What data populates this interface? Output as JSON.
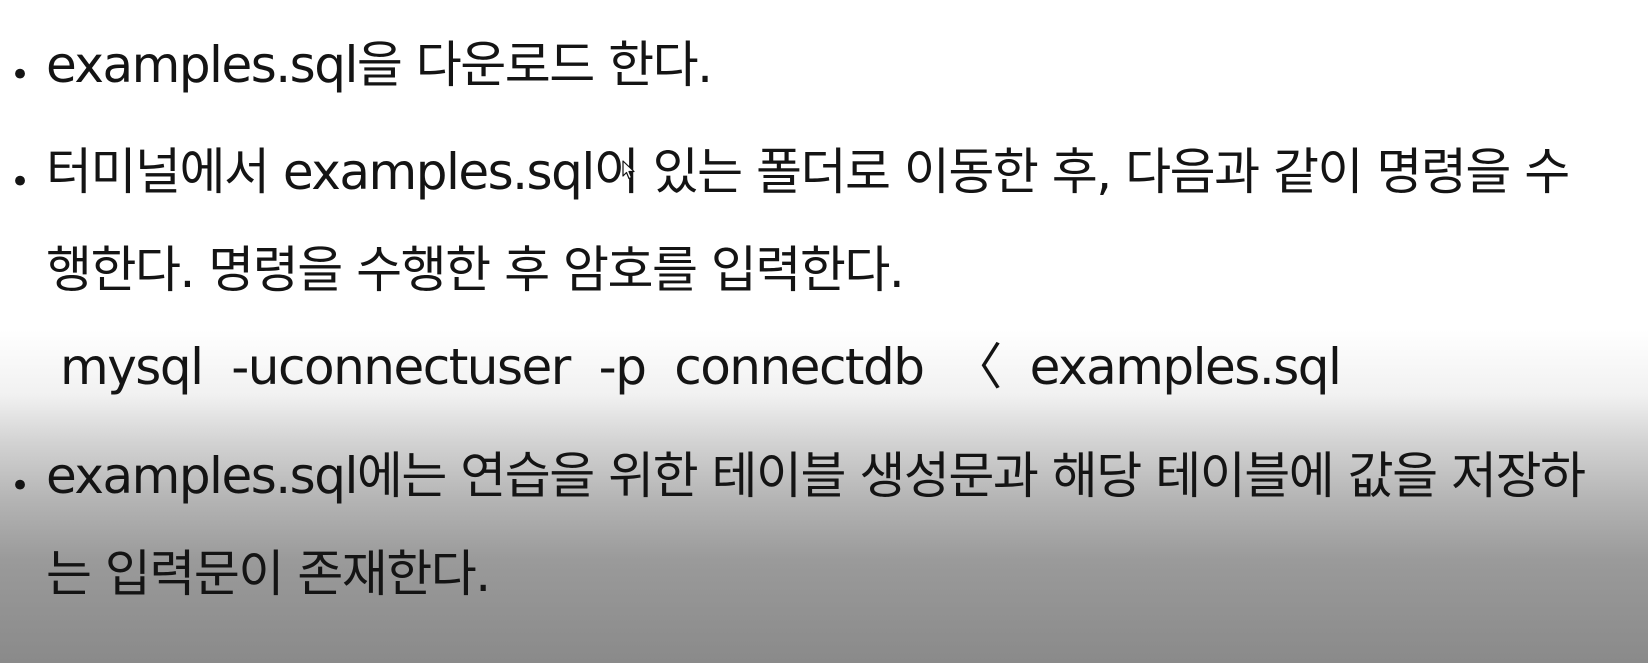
{
  "bullets": [
    {
      "marker": "•",
      "text": "examples.sql을 다운로드 한다."
    },
    {
      "marker": "•",
      "text": "터미널에서 examples.sql이 있는 폴더로 이동한 후, 다음과 같이 명령을 수행한다. 명령을 수행한 후 암호를 입력한다."
    },
    {
      "marker": "•",
      "text": "examples.sql에는 연습을 위한 테이블 생성문과 해당 테이블에 값을 저장하는 입력문이 존재한다."
    }
  ],
  "command": "mysql  -uconnectuser  -p  connectdb  〈  examples.sql",
  "icons": {
    "cursor": "mouse-pointer-icon"
  }
}
